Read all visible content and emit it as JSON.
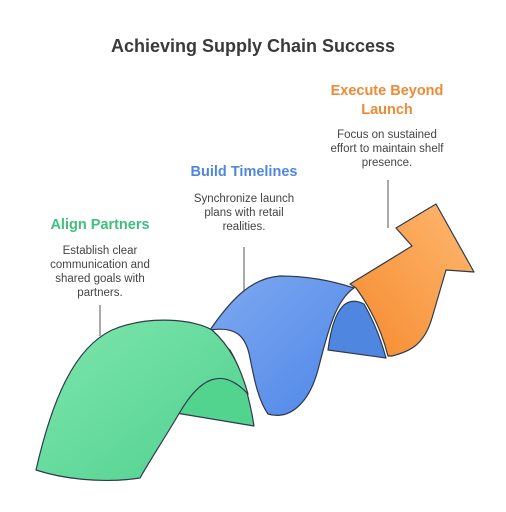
{
  "title": "Achieving Supply Chain Success",
  "colors": {
    "green": "#3fc07e",
    "blue": "#4f87e0",
    "orange": "#ef8a35",
    "title": "#3a3a3a",
    "text": "#444444"
  },
  "stages": [
    {
      "title": "Align Partners",
      "description_lines": [
        "Establish clear",
        "communication and",
        "shared goals with",
        "partners."
      ]
    },
    {
      "title": "Build Timelines",
      "description_lines": [
        "Synchronize launch",
        "plans with retail",
        "realities."
      ]
    },
    {
      "title_lines": [
        "Execute Beyond",
        "Launch"
      ],
      "description_lines": [
        "Focus on sustained",
        "effort to maintain shelf",
        "presence."
      ]
    }
  ]
}
